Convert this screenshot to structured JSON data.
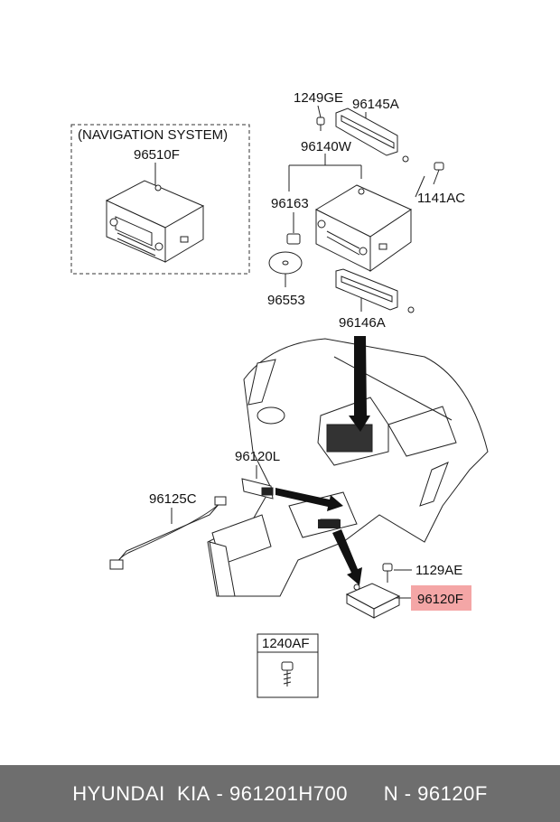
{
  "diagram": {
    "nav_box_title": "(NAVIGATION SYSTEM)",
    "parts": {
      "p96510F": "96510F",
      "p1249GE": "1249GE",
      "p96145A": "96145A",
      "p96140W": "96140W",
      "p96163": "96163",
      "p1141AC": "1141AC",
      "p96553": "96553",
      "p96146A": "96146A",
      "p96120L": "96120L",
      "p96125C": "96125C",
      "p1129AE": "1129AE",
      "p96120F": "96120F",
      "p1240AF": "1240AF"
    },
    "highlight_color": "#f4a6a6"
  },
  "footer": {
    "brand": "HYUNDAI  KIA",
    "part_number": "961201H700",
    "separator": "-",
    "n_label": "N",
    "n_value": "96120F"
  }
}
